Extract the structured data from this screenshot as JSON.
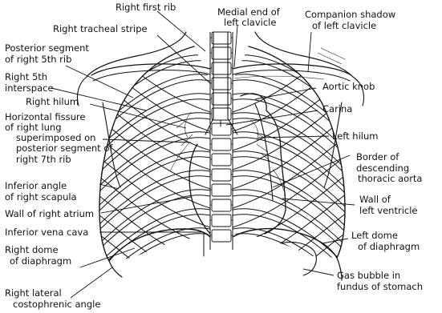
{
  "labels": {
    "right_first_rib": "Right first rib",
    "medial_end_1": "Medial end of",
    "medial_end_2": "left clavicle",
    "companion_1": "Companion shadow",
    "companion_2": "of left clavicle",
    "right_tracheal": "Right tracheal stripe",
    "posterior_1": "Posterior segment",
    "posterior_2": "of right 5th rib",
    "right5_1": "Right 5th",
    "right5_2": "interspace",
    "right_hilum": "Right hilum",
    "fissure_1": "Horizontal fissure",
    "fissure_2": "of right lung",
    "fissure_3": "superimposed on",
    "fissure_4": "posterior segment of",
    "fissure_5": "right 7th rib",
    "aortic_knob": "Aortic knob",
    "carina": "Carina",
    "left_hilum": "Left hilum",
    "border_1": "Border of",
    "border_2": "descending",
    "border_3": "thoracic aorta",
    "scapula_1": "Inferior angle",
    "scapula_2": "of right scapula",
    "atrium": "Wall of right atrium",
    "ivc": "Inferior vena cava",
    "right_dome_1": "Right dome",
    "right_dome_2": "of diaphragm",
    "ventricle_1": "Wall of",
    "ventricle_2": "left ventricle",
    "left_dome_1": "Left dome",
    "left_dome_2": "of diaphragm",
    "gas_1": "Gas bubble in",
    "gas_2": "fundus of stomach",
    "costo_1": "Right lateral",
    "costo_2": "costophrenic angle"
  }
}
